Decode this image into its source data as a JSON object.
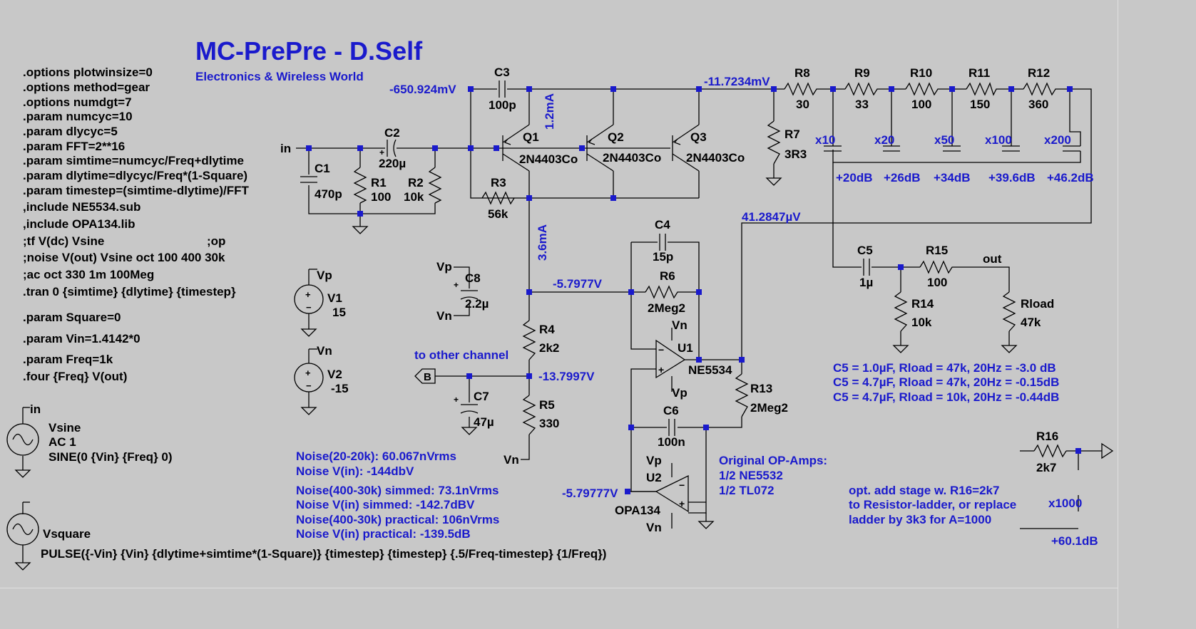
{
  "title": "MC-PrePre - D.Self",
  "subtitle": "Electronics & Wireless World",
  "directives": [
    ".options plotwinsize=0",
    ".options method=gear",
    ".options numdgt=7",
    ".param numcyc=10",
    ".param dlycyc=5",
    ".param FFT=2**16",
    ".param simtime=numcyc/Freq+dlytime",
    ".param dlytime=dlycyc/Freq*(1-Square)",
    ".param timestep=(simtime-dlytime)/FFT",
    ",include NE5534.sub",
    ",include OPA134.lib",
    ";tf V(dc) Vsine",
    ";op",
    ";noise V(out) Vsine oct 100 400 30k",
    ";ac oct 330 1m 100Meg",
    ".tran 0 {simtime} {dlytime} {timestep}",
    ".param Square=0",
    ".param Vin=1.4142*0",
    ".param Freq=1k",
    ".four {Freq} V(out)"
  ],
  "sources": {
    "vsine": {
      "node": "in",
      "name": "Vsine",
      "ac": "AC 1",
      "value": "SINE(0 {Vin} {Freq} 0)"
    },
    "vsquare": {
      "name": "Vsquare",
      "value": "PULSE({-Vin} {Vin} {dlytime+simtime*(1-Square)} {timestep} {timestep} {.5/Freq-timestep} {1/Freq})"
    },
    "v1": {
      "node": "Vp",
      "name": "V1",
      "value": "15"
    },
    "v2": {
      "node": "Vn",
      "name": "V2",
      "value": "-15"
    }
  },
  "components": {
    "c1": {
      "name": "C1",
      "value": "470p"
    },
    "c2": {
      "name": "C2",
      "value": "220µ"
    },
    "c3": {
      "name": "C3",
      "value": "100p"
    },
    "c4": {
      "name": "C4",
      "value": "15p"
    },
    "c5": {
      "name": "C5",
      "value": "1µ"
    },
    "c6": {
      "name": "C6",
      "value": "100n"
    },
    "c7": {
      "name": "C7",
      "value": "47µ"
    },
    "c8": {
      "name": "C8",
      "value": "2.2µ"
    },
    "r1": {
      "name": "R1",
      "value": "100"
    },
    "r2": {
      "name": "R2",
      "value": "10k"
    },
    "r3": {
      "name": "R3",
      "value": "56k"
    },
    "r4": {
      "name": "R4",
      "value": "2k2"
    },
    "r5": {
      "name": "R5",
      "value": "330"
    },
    "r6": {
      "name": "R6",
      "value": "2Meg2"
    },
    "r7": {
      "name": "R7",
      "value": "3R3"
    },
    "r8": {
      "name": "R8",
      "value": "30"
    },
    "r9": {
      "name": "R9",
      "value": "33"
    },
    "r10": {
      "name": "R10",
      "value": "100"
    },
    "r11": {
      "name": "R11",
      "value": "150"
    },
    "r12": {
      "name": "R12",
      "value": "360"
    },
    "r13": {
      "name": "R13",
      "value": "2Meg2"
    },
    "r14": {
      "name": "R14",
      "value": "10k"
    },
    "r15": {
      "name": "R15",
      "value": "100"
    },
    "r16": {
      "name": "R16",
      "value": "2k7"
    },
    "rload": {
      "name": "Rload",
      "value": "47k"
    },
    "q1": {
      "name": "Q1",
      "model": "2N4403Co"
    },
    "q2": {
      "name": "Q2",
      "model": "2N4403Co"
    },
    "q3": {
      "name": "Q3",
      "model": "2N4403Co"
    },
    "u1": {
      "name": "U1",
      "model": "NE5534"
    },
    "u2": {
      "name": "U2",
      "model": "OPA134"
    }
  },
  "nodes": {
    "in": "in",
    "out": "out",
    "vp": "Vp",
    "vn": "Vn",
    "b": "B",
    "to_other": "to other channel"
  },
  "annotations": {
    "v_c3_left": "-650.924mV",
    "v_c3_right": "-11.7234mV",
    "v_r6_left": "-5.7977V",
    "v_r4_bottom": "-13.7997V",
    "v_out_u1": "41.2847µV",
    "v_u2": "-5.79777V",
    "i_q1": "1.2mA",
    "i_r3": "3.6mA"
  },
  "taps": [
    "x10",
    "x20",
    "x50",
    "x100",
    "x200"
  ],
  "gains": [
    "+20dB",
    "+26dB",
    "+34dB",
    "+39.6dB",
    "+46.2dB"
  ],
  "c5_notes": [
    "C5 = 1.0µF, Rload = 47k, 20Hz = -3.0 dB",
    "C5 = 4.7µF, Rload = 47k, 20Hz = -0.15dB",
    "C5 = 4.7µF, Rload = 10k, 20Hz = -0.44dB"
  ],
  "noise_notes_1": [
    "Noise(20-20k): 60.067nVrms",
    "Noise V(in): -144dbV"
  ],
  "noise_notes_2": [
    "Noise(400-30k) simmed: 73.1nVrms",
    "Noise V(in) simmed: -142.7dBV",
    "Noise(400-30k) practical: 106nVrms",
    "Noise V(in) practical: -139.5dB"
  ],
  "opamp_notes": [
    "Original OP-Amps:",
    "1/2 NE5532",
    "1/2 TL072"
  ],
  "opt_notes": [
    "opt. add stage w. R16=2k7",
    "to Resistor-ladder, or replace",
    "ladder by 3k3 for A=1000"
  ],
  "x1000": "x1000",
  "db60": "+60.1dB"
}
